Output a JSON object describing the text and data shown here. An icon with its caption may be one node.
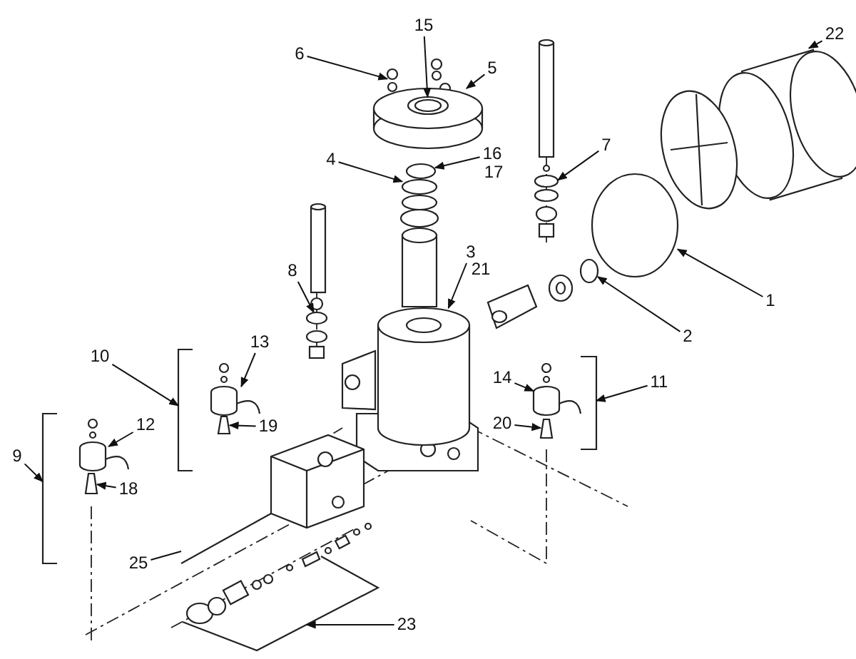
{
  "diagram": {
    "nodes": [
      {
        "text": [
          "15"
        ]
      },
      {
        "text": [
          "6"
        ]
      },
      {
        "text": [
          "22"
        ]
      },
      {
        "text": [
          "5"
        ]
      },
      {
        "text": [
          "7"
        ]
      },
      {
        "text": [
          "4"
        ]
      },
      {
        "text": [
          "16"
        ]
      },
      {
        "text": [
          "3"
        ]
      },
      {
        "text": [
          "8"
        ]
      },
      {
        "text": [
          "1"
        ]
      },
      {
        "text": [
          "2"
        ]
      },
      {
        "text": [
          "13"
        ]
      },
      {
        "text": [
          "10"
        ]
      },
      {
        "text": [
          "14"
        ]
      },
      {
        "text": [
          "11"
        ]
      },
      {
        "text": [
          "19"
        ]
      },
      {
        "text": [
          "20"
        ]
      },
      {
        "text": [
          "12"
        ]
      },
      {
        "text": [
          "9"
        ]
      },
      {
        "text": [
          "18"
        ]
      },
      {
        "text": [
          "25"
        ]
      },
      {
        "text": [
          "23"
        ]
      },
      {
        "text": [],
        "shape": "picture"
      },
      {
        "text": [],
        "shape": "picture"
      },
      {
        "text": [],
        "shape": "picture"
      },
      {
        "text": [],
        "shape": "picture"
      },
      {
        "text": [],
        "shape": "circle"
      },
      {
        "text": [],
        "shape": "circle"
      },
      {
        "text": [],
        "shape": "circle"
      },
      {
        "text": [],
        "shape": "cylinder"
      },
      {
        "text": [],
        "shape": "circle"
      },
      {
        "text": [],
        "shape": "circle"
      },
      {
        "text": [],
        "shape": "circle"
      },
      {
        "text": [],
        "shape": "picture"
      },
      {
        "text": [],
        "shape": "bracket"
      },
      {
        "text": [],
        "shape": "picture"
      },
      {
        "text": [],
        "shape": "bracket"
      },
      {
        "text": [],
        "shape": "box"
      },
      {
        "text": [],
        "shape": "box"
      },
      {
        "text": [],
        "shape": "picture"
      },
      {
        "text": [],
        "shape": "bracket"
      },
      {
        "text": [],
        "shape": "box"
      },
      {
        "text": [],
        "shape": "bracket"
      },
      {
        "text": [],
        "shape": "bracket"
      },
      {
        "text": [],
        "shape": "circle"
      },
      {
        "text": [],
        "shape": "circle"
      },
      {
        "text": [],
        "shape": "cylinder"
      },
      {
        "text": [],
        "shape": "picture"
      },
      {
        "text": [],
        "shape": "picture"
      }
    ],
    "edges": [
      {
        "from": 0,
        "to": 22,
        "arrow": "to"
      },
      {
        "from": 1,
        "to": 23,
        "arrow": "to"
      },
      {
        "from": 2,
        "to": 24,
        "arrow": "to"
      },
      {
        "from": 3,
        "to": 25,
        "arrow": "to"
      },
      {
        "from": 4,
        "to": 26,
        "arrow": "to"
      },
      {
        "from": 5,
        "to": 27,
        "arrow": "to"
      },
      {
        "from": 6,
        "to": 28,
        "arrow": "to"
      },
      {
        "from": 7,
        "to": 29,
        "arrow": "to"
      },
      {
        "from": 8,
        "to": 30,
        "arrow": "to"
      },
      {
        "from": 9,
        "to": 31,
        "arrow": "to"
      },
      {
        "from": 10,
        "to": 32,
        "arrow": "to"
      },
      {
        "from": 11,
        "to": 33,
        "arrow": "to"
      },
      {
        "from": 12,
        "to": 34,
        "arrow": "to"
      },
      {
        "from": 13,
        "to": 35,
        "arrow": "to"
      },
      {
        "from": 14,
        "to": 36,
        "arrow": "to"
      },
      {
        "from": 15,
        "to": 37,
        "arrow": "to"
      },
      {
        "from": 16,
        "to": 38,
        "arrow": "to"
      },
      {
        "from": 17,
        "to": 39,
        "arrow": "to"
      },
      {
        "from": 18,
        "to": 40,
        "arrow": "to"
      },
      {
        "from": 19,
        "to": 41,
        "arrow": "to"
      },
      {
        "from": 20,
        "to": 42,
        "arrow": "none"
      },
      {
        "from": 21,
        "to": 43,
        "arrow": "to"
      }
    ],
    "labels": [
      "17",
      "21"
    ]
  }
}
